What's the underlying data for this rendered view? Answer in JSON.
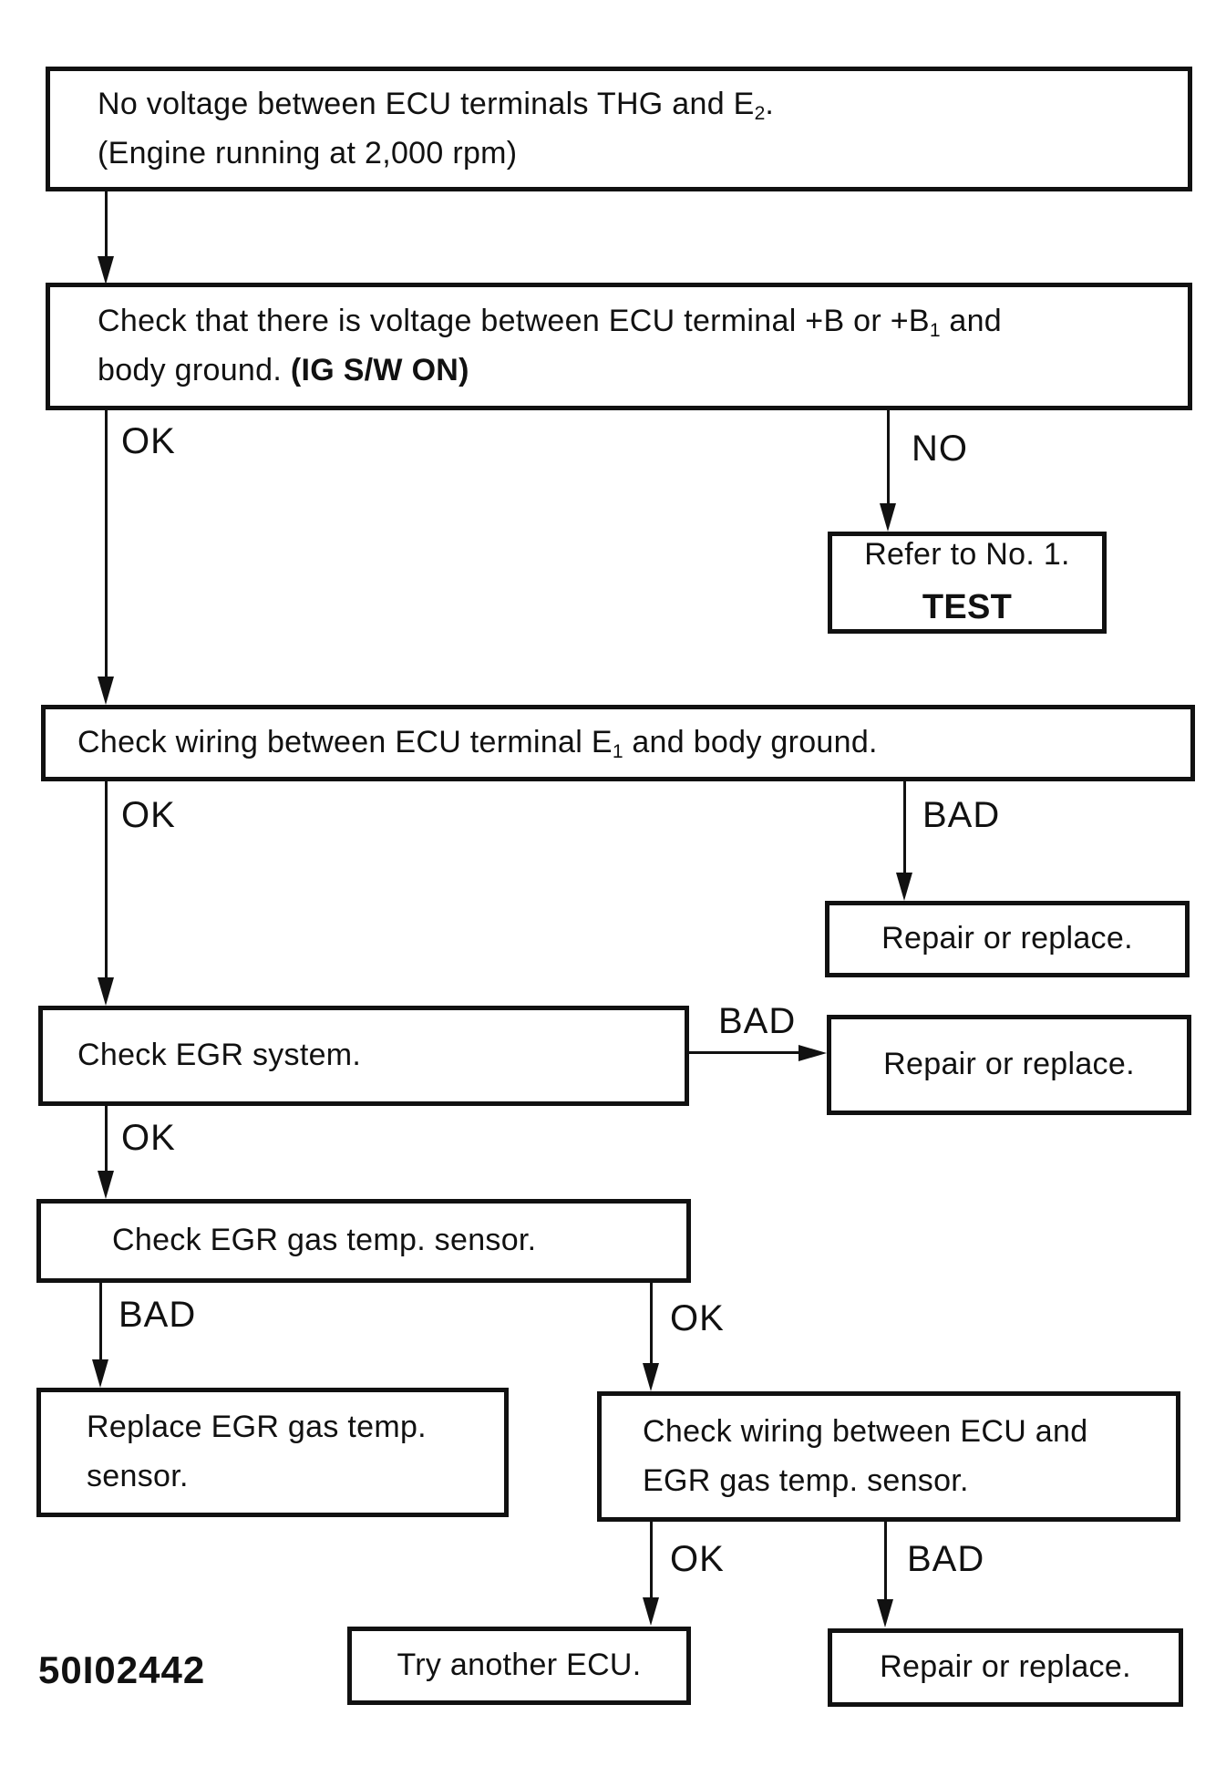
{
  "figure_code": "50I02442",
  "colors": {
    "ink": "#111111",
    "paper": "#ffffff"
  },
  "flowchart": {
    "nodes": {
      "start": {
        "line1_main": "No voltage between ECU terminals THG and E",
        "line1_sub": "2",
        "line1_end": ".",
        "line2": "(Engine running at 2,000 rpm)"
      },
      "check_voltage": {
        "line1_main": "Check that there is voltage between ECU terminal +B or +B",
        "line1_sub": "1",
        "line1_end": " and",
        "line2_start": "body ground.  ",
        "line2_bold": "(IG S/W ON)"
      },
      "refer_test": {
        "line1": "Refer to No. 1.",
        "line2": "TEST"
      },
      "check_wiring_e1": {
        "main": "Check wiring between ECU terminal E",
        "sub": "1",
        "end": " and body ground."
      },
      "repair_1": {
        "text": "Repair or replace."
      },
      "check_egr_system": {
        "text": "Check EGR system."
      },
      "repair_2": {
        "text": "Repair or replace."
      },
      "check_egr_sensor": {
        "text": "Check EGR gas temp. sensor."
      },
      "replace_egr_sensor": {
        "line1": "Replace EGR gas temp.",
        "line2": "sensor."
      },
      "check_wiring_sensor": {
        "line1": "Check wiring between ECU and",
        "line2": "EGR gas temp. sensor."
      },
      "try_another_ecu": {
        "text": "Try another ECU."
      },
      "repair_3": {
        "text": "Repair or replace."
      }
    },
    "edge_labels": {
      "ok_voltage": "OK",
      "no_voltage": "NO",
      "ok_wiring_e1": "OK",
      "bad_wiring_e1": "BAD",
      "bad_egr_system": "BAD",
      "ok_egr_system": "OK",
      "bad_egr_sensor": "BAD",
      "ok_egr_sensor": "OK",
      "ok_wiring_sensor": "OK",
      "bad_wiring_sensor": "BAD"
    }
  }
}
